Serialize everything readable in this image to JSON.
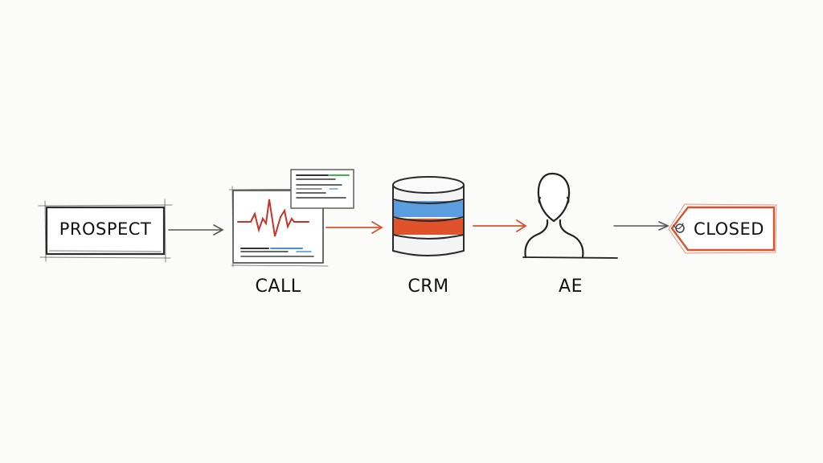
{
  "diagram": {
    "type": "flow",
    "style": "hand-sketched",
    "nodes": [
      {
        "id": "prospect",
        "label": "PROSPECT",
        "shape": "rectangle-box",
        "icon": "box"
      },
      {
        "id": "call",
        "label": "CALL",
        "shape": "icon",
        "icon": "call-recording-waveform-icon"
      },
      {
        "id": "crm",
        "label": "CRM",
        "shape": "icon",
        "icon": "database-icon"
      },
      {
        "id": "ae",
        "label": "AE",
        "shape": "icon",
        "icon": "person-icon"
      },
      {
        "id": "closed",
        "label": "CLOSED",
        "shape": "tag",
        "icon": "tag"
      }
    ],
    "edges": [
      {
        "from": "prospect",
        "to": "call",
        "color": "#555555"
      },
      {
        "from": "call",
        "to": "crm",
        "color": "#d9542b"
      },
      {
        "from": "crm",
        "to": "ae",
        "color": "#d9542b"
      },
      {
        "from": "ae",
        "to": "closed",
        "color": "#555555"
      }
    ],
    "colors": {
      "ink": "#222222",
      "accent_red": "#d9542b",
      "accent_blue": "#4a8fd6",
      "accent_green": "#3cb44a",
      "background": "#fbfbfa"
    }
  }
}
